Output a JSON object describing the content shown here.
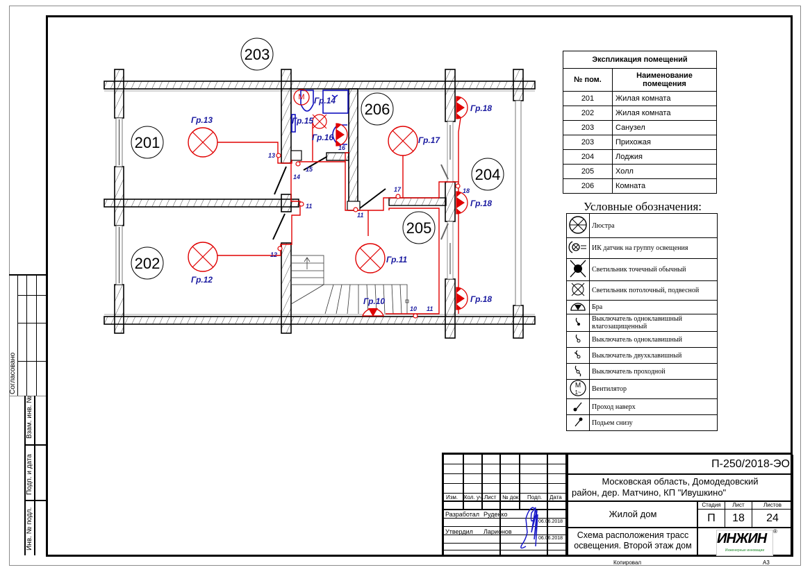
{
  "plan": {
    "rooms": [
      {
        "id": "203",
        "name": "room-203"
      },
      {
        "id": "201",
        "name": "room-201"
      },
      {
        "id": "202",
        "name": "room-202"
      },
      {
        "id": "206",
        "name": "room-206"
      },
      {
        "id": "204",
        "name": "room-204"
      },
      {
        "id": "205",
        "name": "room-205"
      }
    ],
    "groups": {
      "g13": "Гр.13",
      "g12": "Гр.12",
      "g14": "Гр.14",
      "g15": "Гр.15",
      "g16": "Гр.16",
      "g17": "Гр.17",
      "g11": "Гр.11",
      "g10": "Гр.10",
      "g18a": "Гр.18",
      "g18b": "Гр.18",
      "g18c": "Гр.18"
    },
    "switch_numbers": {
      "s13": "13",
      "s14": "14",
      "s15": "15",
      "s16": "16",
      "s11a": "11",
      "s11b": "11",
      "s12": "12",
      "s17": "17",
      "s18": "18",
      "s10": "10",
      "s11c": "11"
    }
  },
  "explication": {
    "title": "Экспликация помещений",
    "col_num": "№ пом.",
    "col_name": "Наименование помещения",
    "rows": [
      {
        "num": "201",
        "name": "Жилая комната"
      },
      {
        "num": "202",
        "name": "Жилая комната"
      },
      {
        "num": "203",
        "name": "Санузел"
      },
      {
        "num": "203",
        "name": "Прихожая"
      },
      {
        "num": "204",
        "name": "Лоджия"
      },
      {
        "num": "205",
        "name": "Холл"
      },
      {
        "num": "206",
        "name": "Комната"
      }
    ]
  },
  "legend": {
    "title": "Условные обозначения:",
    "items": [
      {
        "icon": "chandelier-icon",
        "label": "Люстра"
      },
      {
        "icon": "ir-sensor-icon",
        "label": "ИК датчик на группу освещения"
      },
      {
        "icon": "spotlight-icon",
        "label": "Светильник точечный обычный"
      },
      {
        "icon": "ceiling-light-icon",
        "label": "Светильник потолочный, подвесной"
      },
      {
        "icon": "sconce-icon",
        "label": "Бра"
      },
      {
        "icon": "switch-waterproof-icon",
        "label": "Выключатель одноклавишный влагозащищенный"
      },
      {
        "icon": "switch-single-icon",
        "label": "Выключатель одноклавишный"
      },
      {
        "icon": "switch-double-icon",
        "label": "Выключатель двухклавишный"
      },
      {
        "icon": "switch-passthrough-icon",
        "label": "Выключатель проходной"
      },
      {
        "icon": "fan-icon",
        "label": "Вентилятор",
        "symbol_top": "M",
        "symbol_bottom": "1~"
      },
      {
        "icon": "pass-up-icon",
        "label": "Проход наверх"
      },
      {
        "icon": "rise-from-below-icon",
        "label": "Подьем снизу"
      }
    ]
  },
  "side_stamp": {
    "agreed": "Согласовано",
    "vzam": "Взам. инв. №",
    "podp": "Подп. и дата",
    "inv": "Инв. № подл."
  },
  "title_block": {
    "code": "П-250/2018-ЭО",
    "location": "Московская область, Домодедовский район, дер. Матчино, КП \"Ивушкино\"",
    "location_line1": "Московская область, Домодедовский",
    "location_line2": "район, дер. Матчино, КП \"Ивушкино\"",
    "object": "Жилой дом",
    "sheet_title_line1": "Схема расположения трасс",
    "sheet_title_line2": "освещения. Второй этаж дом",
    "stage_label": "Стадия",
    "sheet_label": "Лист",
    "sheets_label": "Листов",
    "stage": "П",
    "sheet": "18",
    "sheets": "24",
    "headers": {
      "izm": "Изм.",
      "kol": "Кол. уч.",
      "list": "Лист",
      "ndok": "№ док.",
      "podp": "Подп.",
      "data": "Дата"
    },
    "developed_role": "Разработал",
    "developed_name": "Руденко",
    "developed_date": "06.06.2018",
    "approved_role": "Утвердил",
    "approved_name": "Ларионов",
    "approved_date": "06.06.2018",
    "copied": "Копировал",
    "format": "А3",
    "logo_text": "ИНЖИН",
    "logo_sub": "Инженерные инновации",
    "logo_reg": "®",
    "logo_color": "#1e8a2a"
  },
  "colors": {
    "wiring": "#e00000",
    "labels": "#1a1aa0",
    "fixtures_blue": "#1010c0"
  }
}
